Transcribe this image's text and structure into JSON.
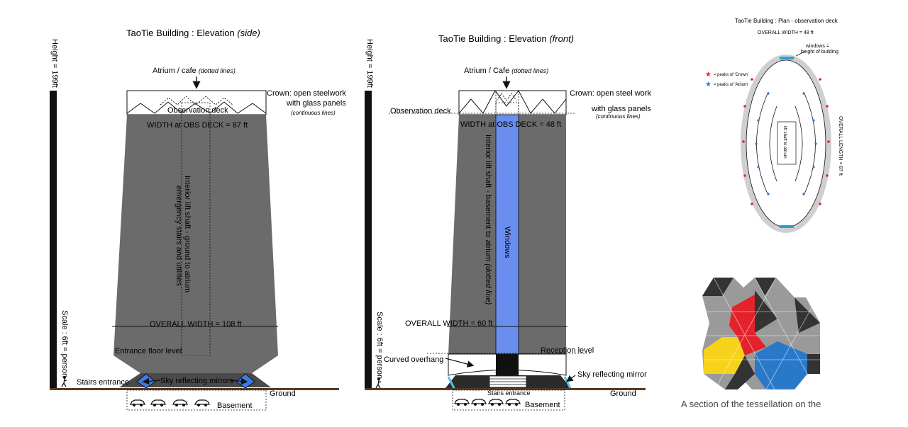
{
  "side": {
    "title": "TaoTie Building : Elevation ",
    "title_em": "(side)",
    "height_label": "Height = 199ft",
    "scale_label": "Scale : 6ft = person",
    "atrium_label": "Atrium / cafe",
    "atrium_note": "(dotted lines)",
    "crown_label": "Crown: open steelwork",
    "crown_label2": "with glass panels",
    "crown_note": "(continuous  lines)",
    "obs_deck": "Observation deck",
    "width_obs": "WIDTH at OBS DECK = 87 ft",
    "shaft_line1": "Interior lift shaft - ground to atrium",
    "shaft_line2": "emergency stairs and utilities",
    "overall_width": "OVERALL WIDTH = 108 ft",
    "entrance_level": "Entrance floor level",
    "stairs": "Stairs entrance",
    "mirrors": "Sky reflecting mirrors",
    "ground": "Ground",
    "basement": "Basement"
  },
  "front": {
    "title": "TaoTie Building : Elevation ",
    "title_em": "(front)",
    "height_label": "Height = 199ft",
    "scale_label": "Scale : 6ft = person",
    "atrium_label": "Atrium / Cafe",
    "atrium_note": "(dotted lines)",
    "crown_label": "Crown: open steel work",
    "crown_label2": "with glass panels",
    "crown_note": "(continuous  lines)",
    "obs_deck": "Observation deck",
    "width_obs": "WIDTH at OBS DECK = 48 ft",
    "shaft": "Interior lift shaft - basement to atrium ",
    "shaft_em": "(dotted line)",
    "windows": "Windows",
    "overall_width": "OVERALL WIDTH = 60 ft",
    "curved": "Curved overhang",
    "reception": "Reception level",
    "mirror": "Sky reflecting mirror",
    "stairs": "Stairs entrance",
    "ground": "Ground",
    "basement": "Basement"
  },
  "plan": {
    "title": "TaoTie Building : Plan - observation deck",
    "overall_width": "OVERALL WIDTH = 48 ft",
    "windows_note1": "windows =",
    "windows_note2": "height of building",
    "legend_crown": "= peaks of 'Crown'",
    "legend_atrium": "= peaks of 'Atrium'",
    "overall_length": "OVERALL LENGTH = 87 ft",
    "lift": "lift shaft to atrium"
  },
  "tessellation": {
    "caption": "A  section  of  the  tessellation  on  the"
  },
  "colors": {
    "building": "#6b6b6b",
    "window": "#6a8ef0",
    "red": "#e3232c",
    "yellow": "#f7d21a",
    "blue": "#2a78c8",
    "dark": "#333333",
    "grey": "#9a9a9a"
  }
}
